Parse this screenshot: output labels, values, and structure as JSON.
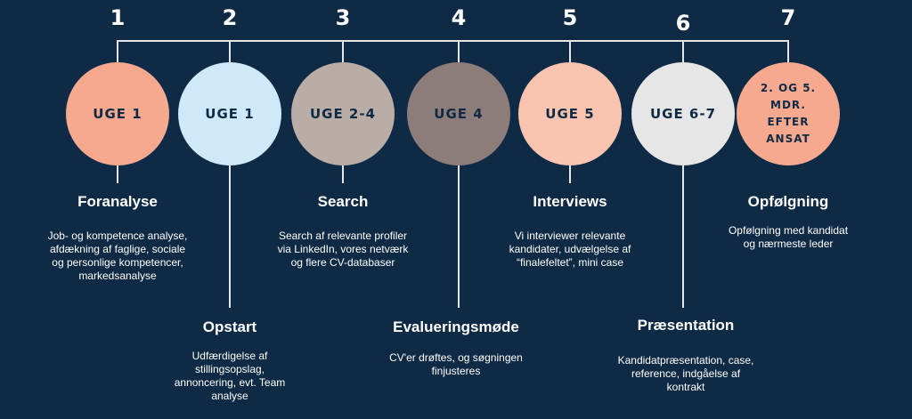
{
  "steps": [
    {
      "number": "1",
      "label": "UGE 1",
      "title": "Foranalyse",
      "description": "Job- og kompetence analyse, afdækning af faglige, sociale og personlige kompetencer, markedsanalyse",
      "color": "#f6a98f"
    },
    {
      "number": "2",
      "label": "UGE 1",
      "title": "Opstart",
      "description": "Udfærdigelse af stillingsopslag, annoncering, evt. Team analyse",
      "color": "#cfe9fb"
    },
    {
      "number": "3",
      "label": "UGE 2-4",
      "title": "Search",
      "description": "Search af relevante profiler via LinkedIn, vores netværk og flere CV-databaser",
      "color": "#b9ada6"
    },
    {
      "number": "4",
      "label": "UGE 4",
      "title": "Evalueringsmøde",
      "description": "CV'er drøftes, og søgningen finjusteres",
      "color": "#8c7c7a"
    },
    {
      "number": "5",
      "label": "UGE 5",
      "title": "Interviews",
      "description": "Vi interviewer relevante kandidater, udvælgelse af “finalefeltet”, mini case",
      "color": "#fbc4b0"
    },
    {
      "number": "6",
      "label": "UGE 6-7",
      "title": "Præsentation",
      "description": "Kandidatpræsentation, case, reference, indgåelse af kontrakt",
      "color": "#e6e6e6"
    },
    {
      "number": "7",
      "label": "2. OG 5.\nMDR.\nEFTER\nANSAT",
      "title": "Opfølgning",
      "description": "Opfølgning med kandidat og nærmeste leder",
      "color": "#f6a98f"
    }
  ]
}
